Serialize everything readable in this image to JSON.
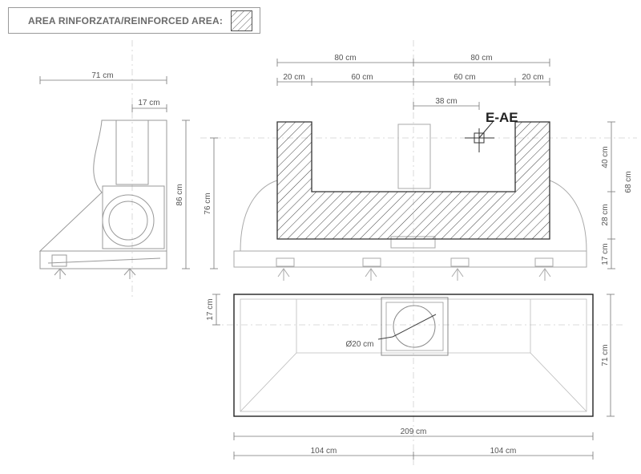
{
  "legend": {
    "label": "AREA RINFORZATA/REINFORCED AREA:",
    "hatch_color": "#555555"
  },
  "side_view": {
    "width_top": "71 cm",
    "flue": "17 cm",
    "height": "86 cm"
  },
  "front_view": {
    "half_left": "80 cm",
    "half_right": "80 cm",
    "seg_left_outer": "20 cm",
    "seg_left_inner": "60 cm",
    "seg_right_inner": "60 cm",
    "seg_right_outer": "20 cm",
    "outlet_offset": "38 cm",
    "outlet_label": "E-AE",
    "left_height": "76 cm",
    "upper_right": "40 cm",
    "total_right": "68 cm",
    "lower_right": "28 cm",
    "base": "17 cm"
  },
  "plan_view": {
    "top_depth": "17 cm",
    "diameter": "Ø20 cm",
    "depth": "71 cm",
    "total_width": "209 cm",
    "half_left": "104 cm",
    "half_right": "104 cm"
  },
  "colors": {
    "line": "#8a8a8a",
    "dark": "#222222",
    "center": "#c8c8c8"
  }
}
